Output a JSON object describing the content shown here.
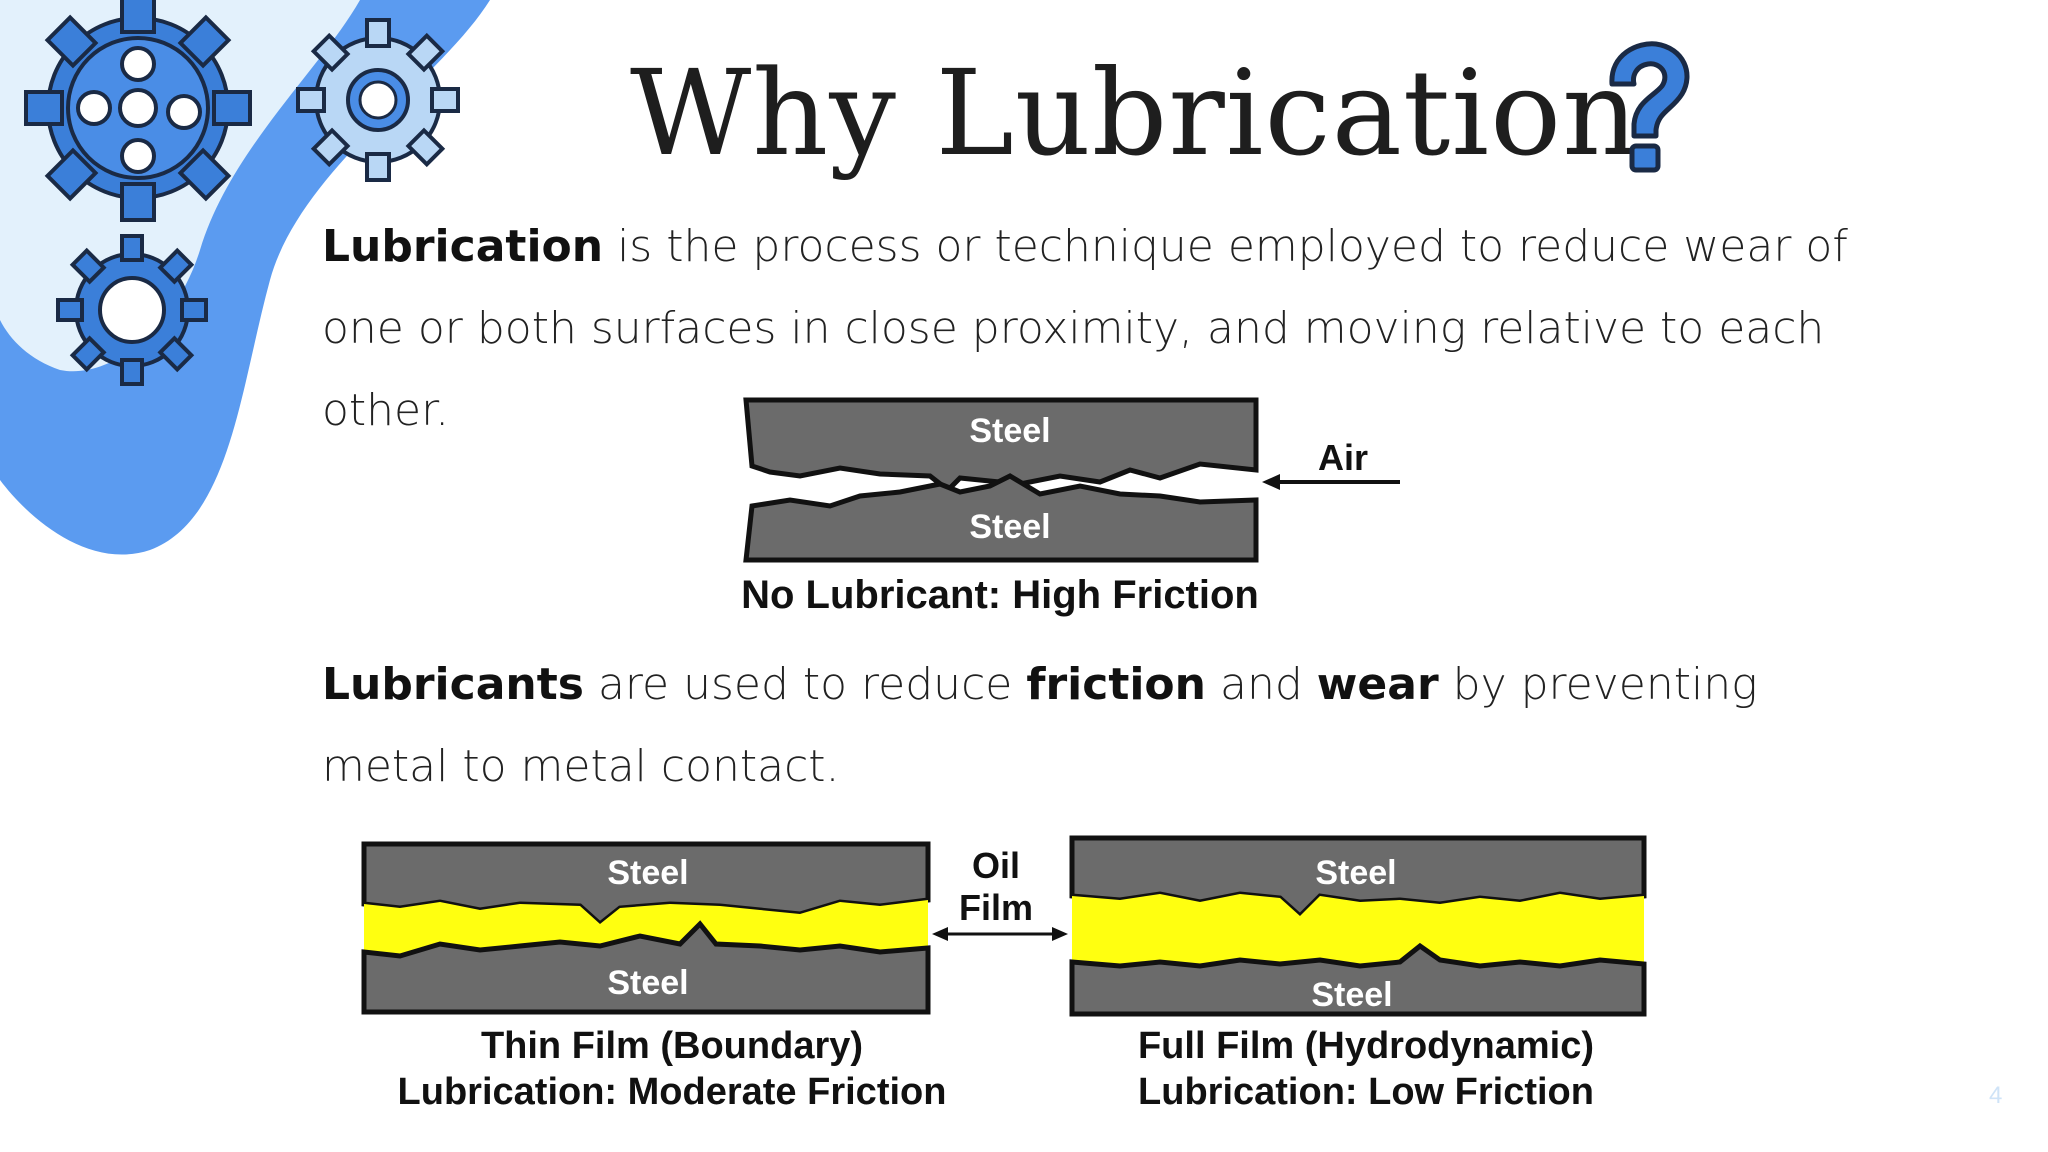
{
  "slide": {
    "title": "Why Lubrication",
    "page_number": "4"
  },
  "paragraph1": {
    "term": "Lubrication",
    "text": " is the process or technique employed to reduce wear of one or both surfaces in close proximity, and moving relative to each other."
  },
  "paragraph2": {
    "term": "Lubricants",
    "text_a": " are used to reduce ",
    "bold_b": "friction",
    "text_c": " and ",
    "bold_d": "wear",
    "text_e": " by preventing metal to metal contact."
  },
  "diagram1": {
    "top_label": "Steel",
    "bottom_label": "Steel",
    "air_label": "Air",
    "caption": "No Lubricant: High Friction"
  },
  "diagram2": {
    "left_top": "Steel",
    "left_bottom": "Steel",
    "right_top": "Steel",
    "right_bottom": "Steel",
    "oil_label_1": "Oil",
    "oil_label_2": "Film",
    "left_caption_1": "Thin Film (Boundary)",
    "left_caption_2": "Lubrication: Moderate Friction",
    "right_caption_1": "Full Film (Hydrodynamic)",
    "right_caption_2": "Lubrication: Low Friction"
  },
  "colors": {
    "accent_blue": "#5b9bf0",
    "light_blue": "#dceefc",
    "steel_gray": "#6b6b6b",
    "oil_yellow": "#ffff10"
  },
  "icons": [
    "gear-icon",
    "question-mark-icon"
  ]
}
